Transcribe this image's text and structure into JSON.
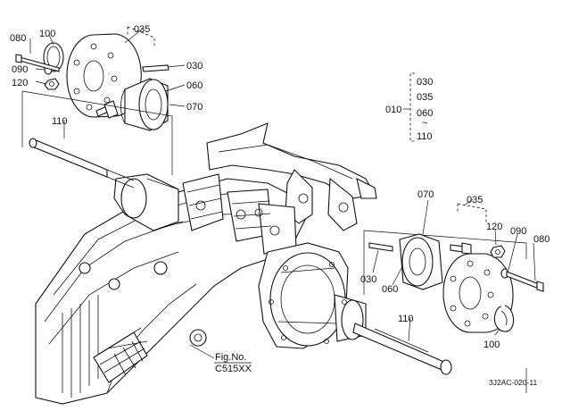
{
  "callouts": {
    "c080_left": "080",
    "c100_left": "100",
    "c090_left": "090",
    "c120_left": "120",
    "c035_left": "035",
    "c030_left": "030",
    "c060_left": "060",
    "c070_left": "070",
    "c110_left": "110",
    "c070_right": "070",
    "c035_right": "035",
    "c120_right": "120",
    "c090_right": "090",
    "c080_right": "080",
    "c030_right": "030",
    "c060_right": "060",
    "c110_right": "110",
    "c100_right": "100"
  },
  "assembly_group": {
    "parent": "010",
    "children": [
      "030",
      "035",
      "060",
      "~",
      "110"
    ]
  },
  "fig_label": {
    "line1": "Fig.No.",
    "line2": "C515XX"
  },
  "figure_code": "3J2AC-020-11",
  "colors": {
    "ink": "#111111",
    "paper": "#ffffff"
  }
}
